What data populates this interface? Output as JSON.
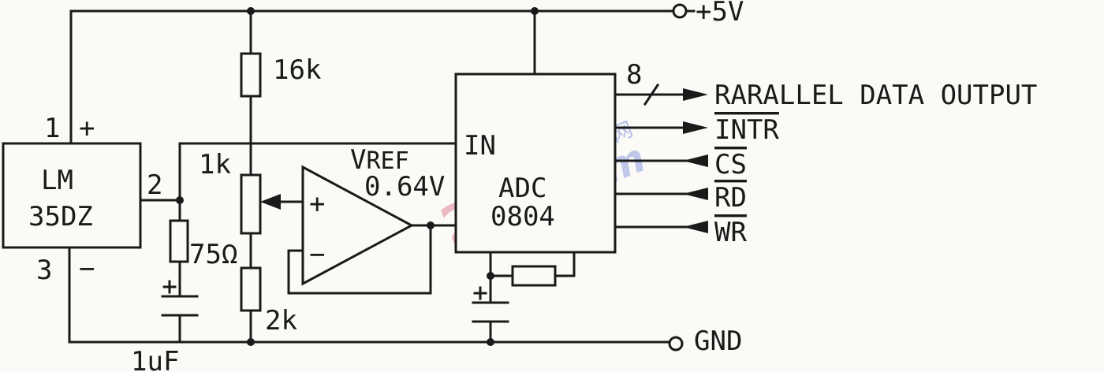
{
  "supply": {
    "vcc": "+5V",
    "gnd": "GND"
  },
  "sensor": {
    "name_line1": "LM",
    "name_line2": "35DZ",
    "pin1": "1",
    "pin2": "2",
    "pin3": "3",
    "plus": "+",
    "minus": "−"
  },
  "resistors": {
    "r_top": "16k",
    "r_pot": "1k",
    "r_bottom": "2k",
    "r_load": "75Ω"
  },
  "capacitor": {
    "label": "1uF"
  },
  "opamp": {
    "plus": "+",
    "minus": "−",
    "vref_main": "V",
    "vref_sub": "REF",
    "vref_value": "0.64V"
  },
  "adc": {
    "in_label": "IN",
    "name_line1": "ADC",
    "name_line2": "0804"
  },
  "outputs": {
    "bus_width": "8",
    "data": "RARALLEL DATA OUTPUT",
    "intr": "INTR",
    "cs": "CS",
    "rd": "RD",
    "wr": "WR"
  },
  "watermark": {
    "brand": "21IC",
    "cn": "中国电子网",
    "domain": ".com"
  }
}
